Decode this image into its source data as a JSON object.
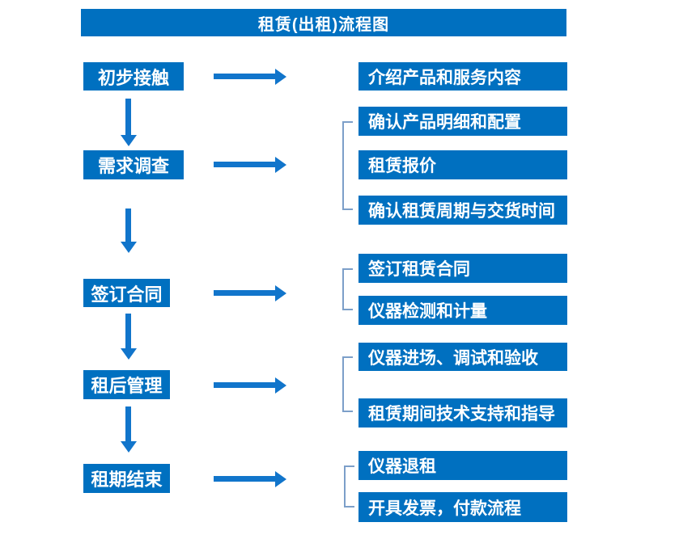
{
  "title": "租赁(出租)流程图",
  "colors": {
    "box_blue": "#0070C0",
    "arrow_blue": "#1175CB",
    "bracket_blue": "#7C9FC9",
    "text_white": "#FFFFFF"
  },
  "steps": [
    {
      "label": "初步接触"
    },
    {
      "label": "需求调查"
    },
    {
      "label": "签订合同"
    },
    {
      "label": "租后管理"
    },
    {
      "label": "租期结束"
    }
  ],
  "details": {
    "group1": [
      {
        "label": "介绍产品和服务内容"
      }
    ],
    "group2": [
      {
        "label": "确认产品明细和配置"
      },
      {
        "label": "租赁报价"
      },
      {
        "label": "确认租赁周期与交货时间"
      }
    ],
    "group3": [
      {
        "label": "签订租赁合同"
      },
      {
        "label": "仪器检测和计量"
      }
    ],
    "group4": [
      {
        "label": "仪器进场、调试和验收"
      },
      {
        "label": "租赁期间技术支持和指导"
      }
    ],
    "group5": [
      {
        "label": "仪器退租"
      },
      {
        "label": "开具发票，付款流程"
      }
    ]
  }
}
